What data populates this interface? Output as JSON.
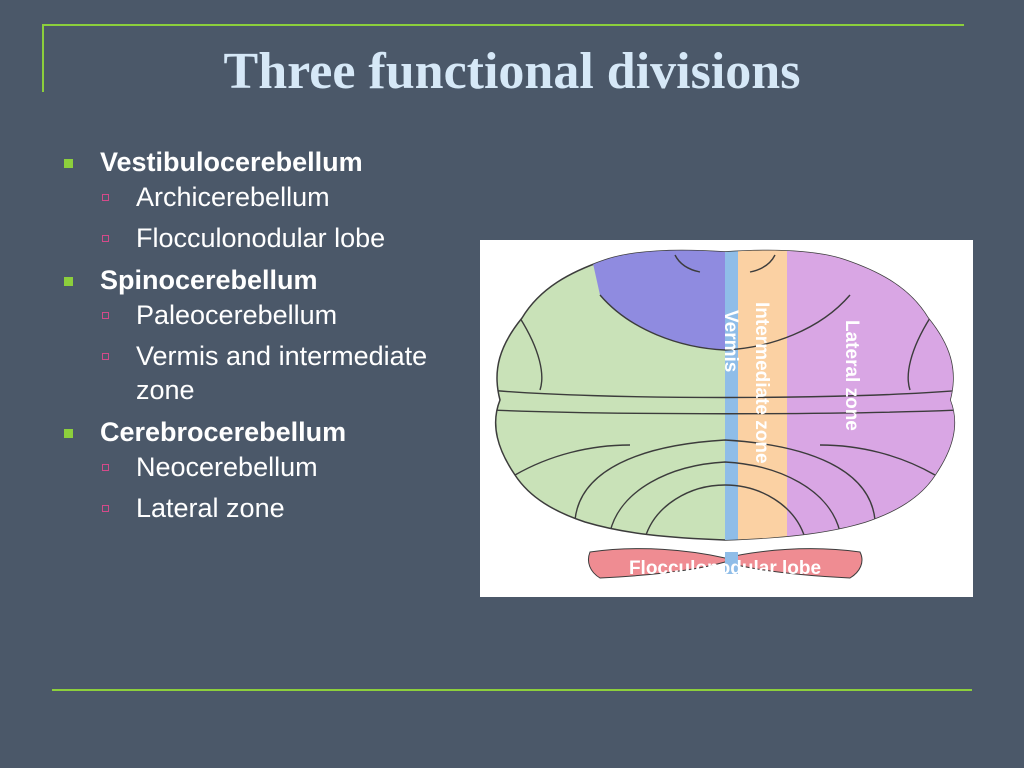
{
  "slide": {
    "title": "Three functional divisions"
  },
  "bullets": [
    {
      "label": "Vestibulocerebellum",
      "children": [
        "Archicerebellum",
        "Flocculonodular lobe"
      ]
    },
    {
      "label": "Spinocerebellum",
      "children": [
        "Paleocerebellum",
        "Vermis and intermediate zone"
      ]
    },
    {
      "label": "Cerebrocerebellum",
      "children": [
        "Neocerebellum",
        "Lateral zone"
      ]
    }
  ],
  "diagram": {
    "labels": {
      "vermis": "Vermis",
      "intermediate": "Intermediate zone",
      "lateral": "Lateral zone",
      "flocculonodular": "Flocculonodular lobe"
    },
    "colors": {
      "green": "#c9e2b8",
      "purple": "#8f8be0",
      "lavender": "#d9a6e4",
      "peach": "#fbd1a3",
      "blue": "#8fbde8",
      "pink": "#ef8c92",
      "background": "#4b5869",
      "accent": "#8ccf3c"
    }
  }
}
